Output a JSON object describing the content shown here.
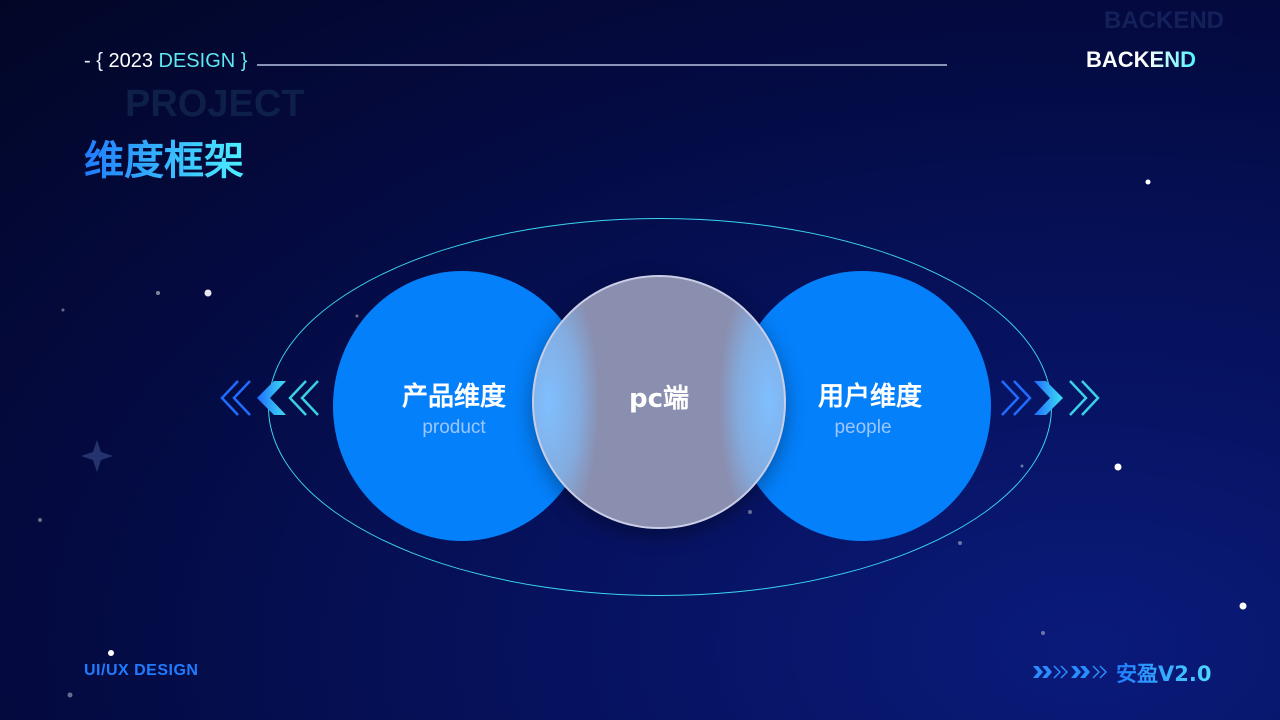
{
  "header": {
    "prefix": "- { ",
    "year": "2023",
    "design": " DESIGN",
    "suffix": " }",
    "ghost_project": "PROJECT",
    "title": "维度框架"
  },
  "top_right": {
    "ghost": "BACKEND",
    "label": "BACKEND"
  },
  "diagram": {
    "left": {
      "title": "产品维度",
      "subtitle": "product"
    },
    "center": {
      "title": "pc端"
    },
    "right": {
      "title": "用户维度",
      "subtitle": "people"
    }
  },
  "footer": {
    "left": "UI/UX DESIGN",
    "right": "安盈V2.0"
  },
  "colors": {
    "accent": "#0480fb",
    "cyan": "#4cf0ff",
    "background": "#040a3f"
  }
}
